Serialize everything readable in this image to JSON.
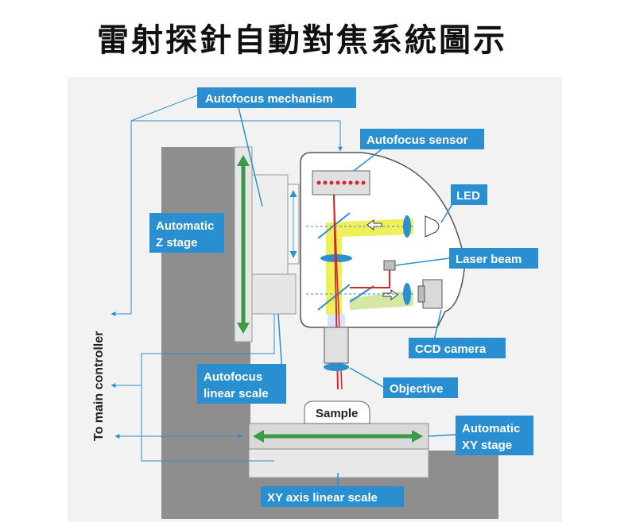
{
  "title": "雷射探針自動對焦系統圖示",
  "labels": {
    "autofocus_mechanism": "Autofocus mechanism",
    "autofocus_sensor": "Autofocus sensor",
    "led": "LED",
    "automatic_z_stage_1": "Automatic",
    "automatic_z_stage_2": "Z stage",
    "laser_beam": "Laser beam",
    "ccd_camera": "CCD camera",
    "autofocus_linear_scale_1": "Autofocus",
    "autofocus_linear_scale_2": "linear scale",
    "objective": "Objective",
    "sample": "Sample",
    "automatic_xy_stage_1": "Automatic",
    "automatic_xy_stage_2": "XY stage",
    "xy_axis_linear_scale": "XY axis linear scale",
    "to_main_controller": "To main controller"
  },
  "colors": {
    "label_bg": "#2a8fd0",
    "frame_gray": "#8a8a8a",
    "arrow_green": "#3a9a47",
    "connector_blue": "#2d8fd0",
    "laser_red": "#d8262d",
    "led_yellow": "#ecec40"
  }
}
